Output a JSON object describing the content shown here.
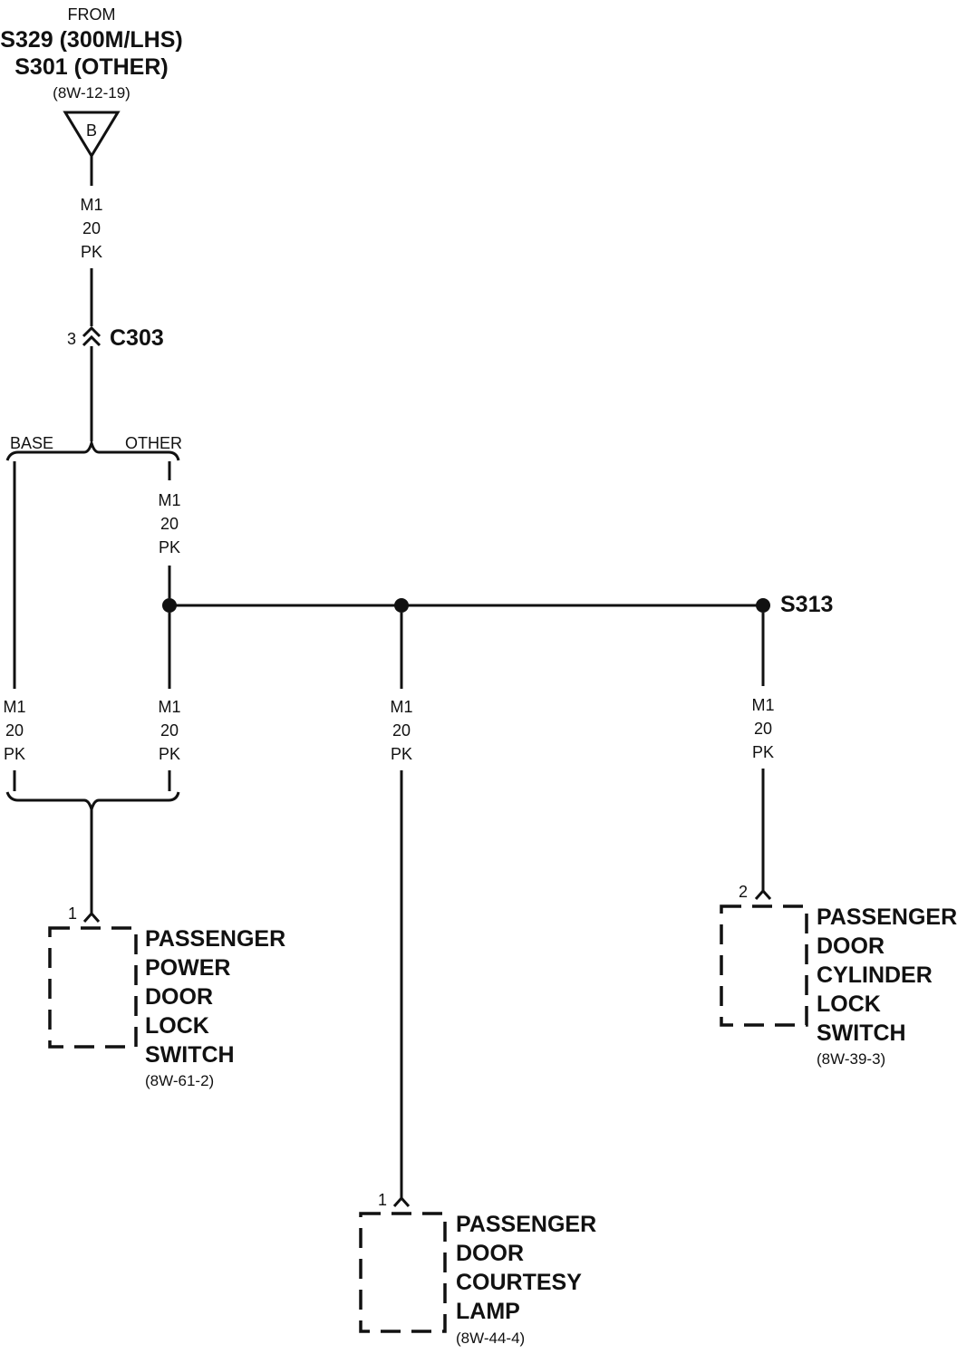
{
  "source": {
    "from": "FROM",
    "splice_1": "S329 (300M/LHS)",
    "splice_2": "S301 (OTHER)",
    "ref": "(8W-12-19)",
    "connector_letter": "B"
  },
  "wire": {
    "circuit": "M1",
    "gauge": "20",
    "color": "PK"
  },
  "connector": {
    "pin": "3",
    "name": "C303"
  },
  "branch": {
    "base": "BASE",
    "other": "OTHER"
  },
  "splice_s313": "S313",
  "components": {
    "power_door_lock_switch": {
      "pin": "1",
      "lines": [
        "PASSENGER",
        "POWER",
        "DOOR",
        "LOCK",
        "SWITCH"
      ],
      "ref": "(8W-61-2)"
    },
    "door_courtesy_lamp": {
      "pin": "1",
      "lines": [
        "PASSENGER",
        "DOOR",
        "COURTESY",
        "LAMP"
      ],
      "ref": "(8W-44-4)"
    },
    "door_cylinder_lock_switch": {
      "pin": "2",
      "lines": [
        "PASSENGER",
        "DOOR",
        "CYLINDER",
        "LOCK",
        "SWITCH"
      ],
      "ref": "(8W-39-3)"
    }
  }
}
